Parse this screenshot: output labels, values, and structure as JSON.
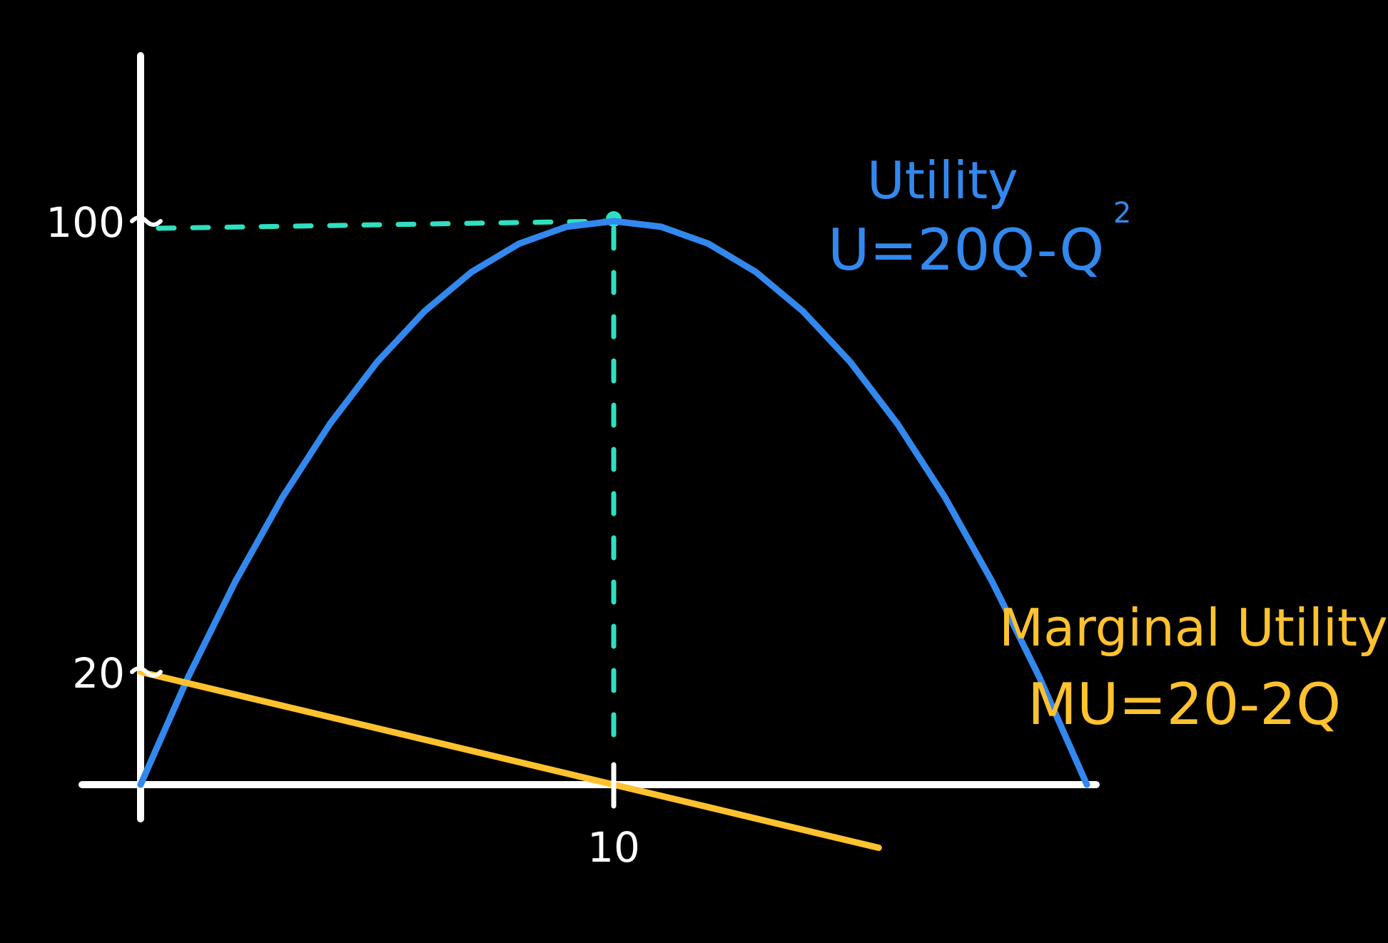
{
  "colors": {
    "background": "#000000",
    "axes": "#ffffff",
    "utility": "#3388ee",
    "marginal_utility": "#ffc22e",
    "guide": "#2fe0c0"
  },
  "chart_data": {
    "type": "line",
    "title": "",
    "xlabel": "",
    "ylabel": "",
    "x_ticks": [
      {
        "value": 10,
        "label": "10"
      }
    ],
    "y_ticks": [
      {
        "value": 100,
        "label": "100"
      },
      {
        "value": 20,
        "label": "20"
      }
    ],
    "series": [
      {
        "name": "Utility",
        "equation": "U=20Q-Q",
        "equation_superscript": "2",
        "x": [
          0,
          1,
          2,
          3,
          4,
          5,
          6,
          7,
          8,
          9,
          10,
          11,
          12,
          13,
          14,
          15,
          16,
          17,
          18,
          19,
          20
        ],
        "y": [
          0,
          19,
          36,
          51,
          64,
          75,
          84,
          91,
          96,
          99,
          100,
          99,
          96,
          91,
          84,
          75,
          64,
          51,
          36,
          19,
          0
        ]
      },
      {
        "name": "Marginal Utility",
        "equation": "MU=20-2Q",
        "x": [
          0,
          10,
          15.6
        ],
        "y": [
          20,
          0,
          -11.2
        ]
      }
    ],
    "annotations": [
      {
        "type": "max-point",
        "x": 10,
        "y": 100
      }
    ]
  }
}
